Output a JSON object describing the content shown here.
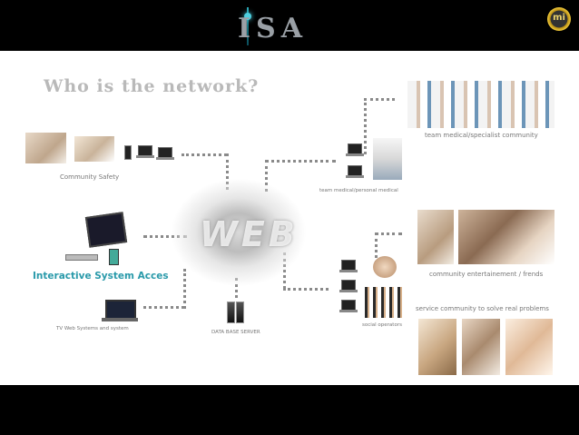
{
  "header": {
    "logo_text": "ISA",
    "badge_text": "mi"
  },
  "slide": {
    "title": "Who is the network?",
    "center_text": "WEB",
    "nodes": {
      "community_safety": "Community Safety",
      "interactive_system": "Interactive System Acces",
      "tv_web": "TV Web Systems and system",
      "database_server": "DATA BASE SERVER",
      "team_medical_personal": "team medical/personal medical",
      "team_medical_specialist": "team medical/specialist community",
      "community_entertainment": "community entertainement / frends",
      "social_operators": "social operators",
      "service_community": "service community to solve real problems"
    }
  },
  "colors": {
    "accent": "#2a9aaa",
    "background": "#ffffff",
    "frame": "#000000",
    "connector": "#8a8a8a"
  }
}
